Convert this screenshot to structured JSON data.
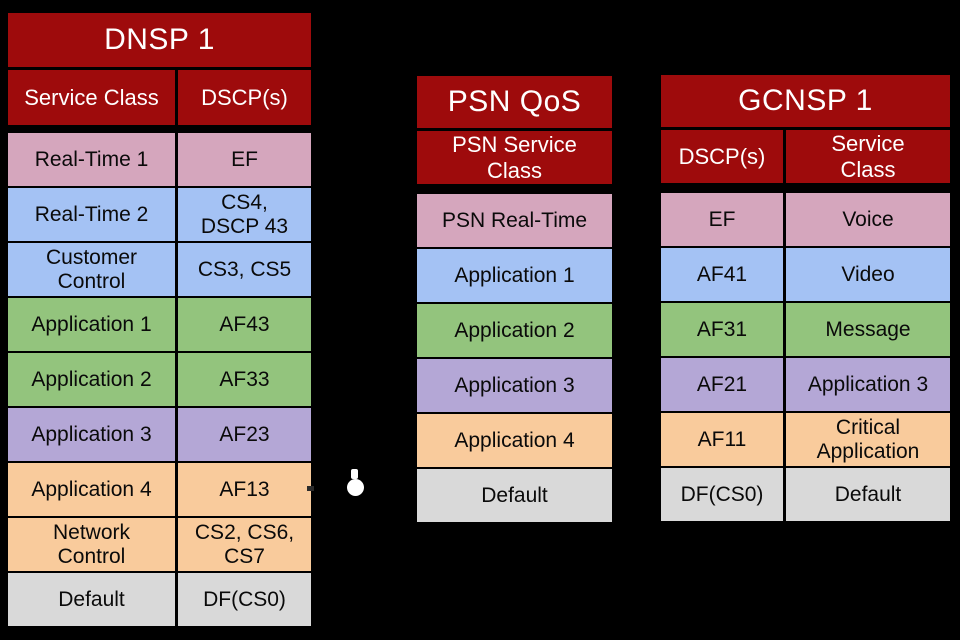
{
  "colors": {
    "background": "#000000",
    "header_red": "#9E0B0C",
    "header_text": "#FFFFFF",
    "cell_text": "#0A0A0A",
    "row_pink": "#D5A6BD",
    "row_blue": "#A4C2F4",
    "row_green": "#93C47D",
    "row_purple": "#B4A7D6",
    "row_orange": "#F9CB9C",
    "row_gray": "#D9D9D9",
    "dots_white": "#FFFFFF"
  },
  "icons": {
    "ellipsis": "vertical-ellipsis-dots",
    "dash": "dash-mark"
  },
  "tables": [
    {
      "title": "DNSP 1",
      "columns": [
        "Service Class",
        "DSCP(s)"
      ],
      "rows": [
        {
          "cells": [
            "Real-Time 1",
            "EF"
          ],
          "bg": "#D5A6BD"
        },
        {
          "cells": [
            "Real-Time 2",
            "CS4,\nDSCP 43"
          ],
          "bg": "#A4C2F4"
        },
        {
          "cells": [
            "Customer\nControl",
            "CS3, CS5"
          ],
          "bg": "#A4C2F4"
        },
        {
          "cells": [
            "Application 1",
            "AF43"
          ],
          "bg": "#93C47D"
        },
        {
          "cells": [
            "Application 2",
            "AF33"
          ],
          "bg": "#93C47D"
        },
        {
          "cells": [
            "Application 3",
            "AF23"
          ],
          "bg": "#B4A7D6"
        },
        {
          "cells": [
            "Application 4",
            "AF13"
          ],
          "bg": "#F9CB9C"
        },
        {
          "cells": [
            "Network\nControl",
            "CS2, CS6,\nCS7"
          ],
          "bg": "#F9CB9C"
        },
        {
          "cells": [
            "Default",
            "DF(CS0)"
          ],
          "bg": "#D9D9D9"
        }
      ]
    },
    {
      "title": "PSN QoS",
      "columns": [
        "PSN Service\nClass"
      ],
      "rows": [
        {
          "cells": [
            "PSN Real-Time"
          ],
          "bg": "#D5A6BD"
        },
        {
          "cells": [
            "Application 1"
          ],
          "bg": "#A4C2F4"
        },
        {
          "cells": [
            "Application 2"
          ],
          "bg": "#93C47D"
        },
        {
          "cells": [
            "Application 3"
          ],
          "bg": "#B4A7D6"
        },
        {
          "cells": [
            "Application 4"
          ],
          "bg": "#F9CB9C"
        },
        {
          "cells": [
            "Default"
          ],
          "bg": "#D9D9D9"
        }
      ]
    },
    {
      "title": "GCNSP 1",
      "columns": [
        "DSCP(s)",
        "Service\nClass"
      ],
      "rows": [
        {
          "cells": [
            "EF",
            "Voice"
          ],
          "bg": "#D5A6BD"
        },
        {
          "cells": [
            "AF41",
            "Video"
          ],
          "bg": "#A4C2F4"
        },
        {
          "cells": [
            "AF31",
            "Message"
          ],
          "bg": "#93C47D"
        },
        {
          "cells": [
            "AF21",
            "Application 3"
          ],
          "bg": "#B4A7D6"
        },
        {
          "cells": [
            "AF11",
            "Critical\nApplication"
          ],
          "bg": "#F9CB9C"
        },
        {
          "cells": [
            "DF(CS0)",
            "Default"
          ],
          "bg": "#D9D9D9"
        }
      ]
    }
  ]
}
